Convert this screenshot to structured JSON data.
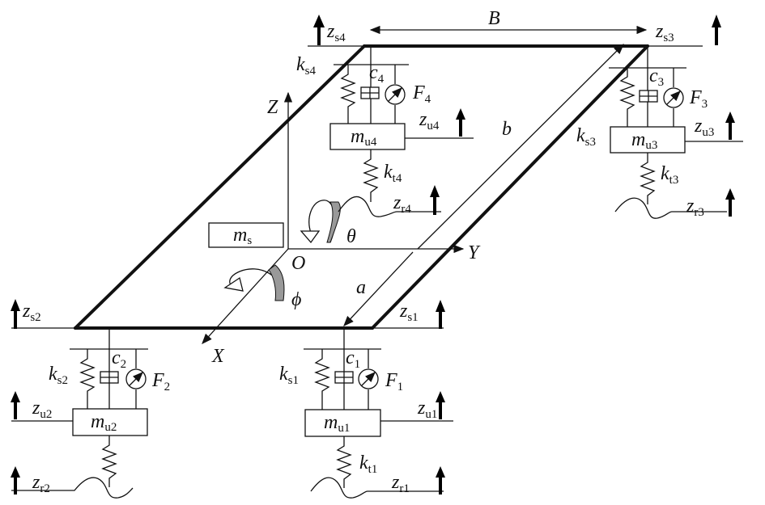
{
  "labels": {
    "B": "B",
    "b": "b",
    "a": "a",
    "Z": "Z",
    "Y": "Y",
    "X": "X",
    "O": "O",
    "theta": "θ",
    "phi": "ϕ",
    "ms_main": "m",
    "ms_sub": "s",
    "corner1": {
      "zs": "z",
      "zs_sub": "s1",
      "ks": "k",
      "ks_sub": "s1",
      "c": "c",
      "c_sub": "1",
      "F": "F",
      "F_sub": "1",
      "mu": "m",
      "mu_sub": "u1",
      "zu": "z",
      "zu_sub": "u1",
      "kt": "k",
      "kt_sub": "t1",
      "zr": "z",
      "zr_sub": "r1"
    },
    "corner2": {
      "zs": "z",
      "zs_sub": "s2",
      "ks": "k",
      "ks_sub": "s2",
      "c": "c",
      "c_sub": "2",
      "F": "F",
      "F_sub": "2",
      "mu": "m",
      "mu_sub": "u2",
      "zu": "z",
      "zu_sub": "u2",
      "zr": "z",
      "zr_sub": "r2"
    },
    "corner3": {
      "zs": "z",
      "zs_sub": "s3",
      "ks": "k",
      "ks_sub": "s3",
      "c": "c",
      "c_sub": "3",
      "F": "F",
      "F_sub": "3",
      "mu": "m",
      "mu_sub": "u3",
      "zu": "z",
      "zu_sub": "u3",
      "kt": "k",
      "kt_sub": "t3",
      "zr": "z",
      "zr_sub": "r3"
    },
    "corner4": {
      "zs": "z",
      "zs_sub": "s4",
      "ks": "k",
      "ks_sub": "s4",
      "c": "c",
      "c_sub": "4",
      "F": "F",
      "F_sub": "4",
      "mu": "m",
      "mu_sub": "u4",
      "zu": "z",
      "zu_sub": "u4",
      "kt": "k",
      "kt_sub": "t4",
      "zr": "z",
      "zr_sub": "r4"
    }
  }
}
